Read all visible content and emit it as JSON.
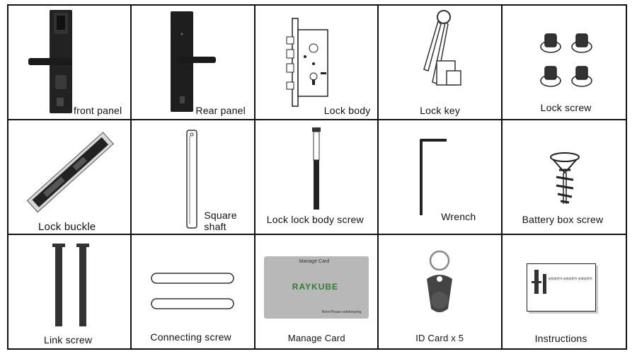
{
  "items": [
    {
      "label": "front panel",
      "icon": "front-panel-icon"
    },
    {
      "label": "Rear panel",
      "icon": "rear-panel-icon"
    },
    {
      "label": "Lock body",
      "icon": "lock-body-icon"
    },
    {
      "label": "Lock key",
      "icon": "lock-key-icon"
    },
    {
      "label": "Lock screw",
      "icon": "lock-screw-icon"
    },
    {
      "label": "Lock buckle",
      "icon": "lock-buckle-icon"
    },
    {
      "label_line1": "Square",
      "label_line2": "shaft",
      "icon": "square-shaft-icon"
    },
    {
      "label": "Lock lock body screw",
      "icon": "long-screw-icon"
    },
    {
      "label": "Wrench",
      "icon": "wrench-icon"
    },
    {
      "label": "Battery box screw",
      "icon": "battery-box-screw-icon"
    },
    {
      "label": "Link screw",
      "icon": "link-screw-icon"
    },
    {
      "label": "Connecting screw",
      "icon": "connecting-screw-icon"
    },
    {
      "label": "Manage Card",
      "icon": "manage-card-icon",
      "card_title": "Manage Card",
      "card_brand": "RAYKUBE",
      "card_note": "Note:Please safekeeping"
    },
    {
      "label": "ID Card x 5",
      "icon": "id-card-fob-icon"
    },
    {
      "label": "Instructions",
      "icon": "instructions-icon",
      "doc_heading": "安装说明书 安装说明书 安装说明书"
    }
  ]
}
